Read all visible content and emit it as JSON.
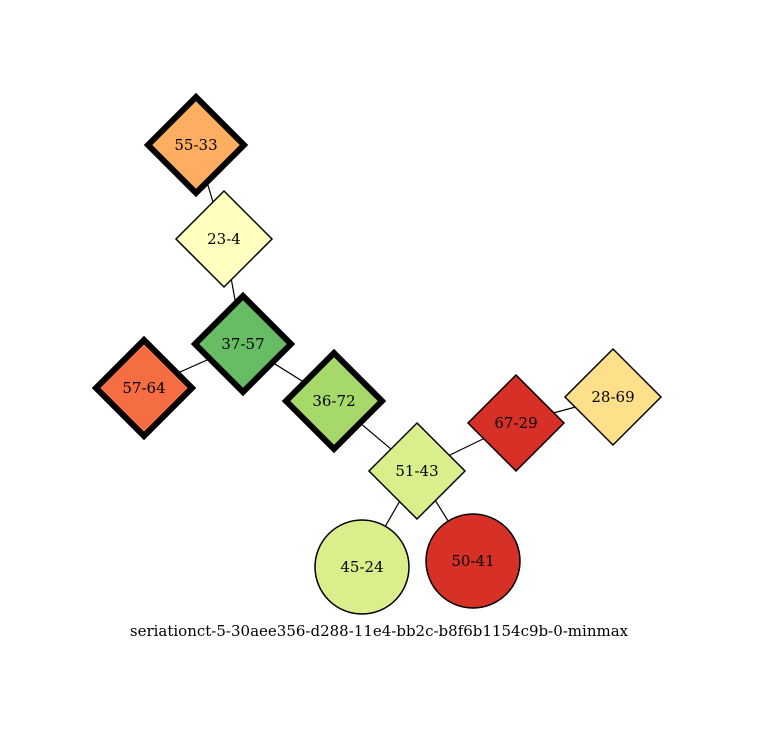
{
  "graph": {
    "caption": "seriationct-5-30aee356-d288-11e4-bb2c-b8f6b1154c9b-0-minmax",
    "nodes": [
      {
        "id": "55-33",
        "label": "55-33",
        "shape": "diamond",
        "fill": "#fdae61",
        "bold": true
      },
      {
        "id": "23-4",
        "label": "23-4",
        "shape": "diamond",
        "fill": "#ffffbf",
        "bold": false
      },
      {
        "id": "37-57",
        "label": "37-57",
        "shape": "diamond",
        "fill": "#66bd63",
        "bold": true
      },
      {
        "id": "57-64",
        "label": "57-64",
        "shape": "diamond",
        "fill": "#f46d43",
        "bold": true
      },
      {
        "id": "36-72",
        "label": "36-72",
        "shape": "diamond",
        "fill": "#a6d96a",
        "bold": true
      },
      {
        "id": "51-43",
        "label": "51-43",
        "shape": "diamond",
        "fill": "#d9ef8b",
        "bold": false
      },
      {
        "id": "67-29",
        "label": "67-29",
        "shape": "diamond",
        "fill": "#d73027",
        "bold": false
      },
      {
        "id": "28-69",
        "label": "28-69",
        "shape": "diamond",
        "fill": "#fee08b",
        "bold": false
      },
      {
        "id": "45-24",
        "label": "45-24",
        "shape": "circle",
        "fill": "#d9ef8b",
        "bold": false
      },
      {
        "id": "50-41",
        "label": "50-41",
        "shape": "circle",
        "fill": "#d73027",
        "bold": false
      }
    ],
    "edges": [
      [
        "55-33",
        "23-4"
      ],
      [
        "23-4",
        "37-57"
      ],
      [
        "37-57",
        "57-64"
      ],
      [
        "37-57",
        "36-72"
      ],
      [
        "36-72",
        "51-43"
      ],
      [
        "51-43",
        "67-29"
      ],
      [
        "67-29",
        "28-69"
      ],
      [
        "51-43",
        "45-24"
      ],
      [
        "51-43",
        "50-41"
      ]
    ]
  }
}
